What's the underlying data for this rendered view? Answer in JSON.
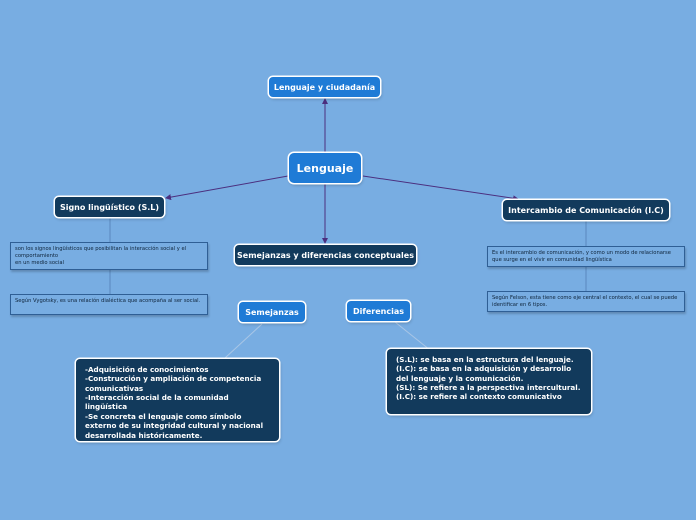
{
  "colors": {
    "background": "#78ade2",
    "topic_blue": "#1f7bd6",
    "topic_navy": "#123a5c",
    "connector": "#4b2f7f"
  },
  "central": {
    "label": "Lenguaje"
  },
  "topics": {
    "ciudadania": "Lenguaje y ciudadanía",
    "signo": "Signo lingüístico (S.L)",
    "intercambio": "Intercambio de Comunicación (I.C)",
    "semejanzas_diferencias": "Semejanzas y diferencias conceptuales",
    "semejanzas": "Semejanzas",
    "diferencias": "Diferencias"
  },
  "notes": {
    "signo_def": "son los signos lingüísticos que posibilitan la interacción social y el comportamiento\nen un medio social",
    "signo_vygotsky": "Según Vygotsky, es una relación dialéctica que acompaña al ser social.",
    "ic_def": "Es el intercambio de comunicación, y como un modo de relacionarse que surge en el vivir en comunidad lingüística",
    "ic_felson": "Según Felson, esta tiene como eje central el contexto, el cual se puede identificar en 6 tipos."
  },
  "semejanzas_text": "-Adquisición de conocimientos\n-Construcción y ampliación de competencia comunicativas\n-Interacción social de la comunidad lingüística\n-Se concreta el lenguaje como símbolo externo de su integridad cultural y nacional desarrollada históricamente.",
  "diferencias_text": "(S.L): se basa en la estructura del lenguaje.\n(I.C): se basa en la adquisición y desarrollo del lenguaje y la comunicación.\n(SL): Se refiere a la perspectiva intercultural.\n(I.C): se refiere al contexto comunicativo"
}
